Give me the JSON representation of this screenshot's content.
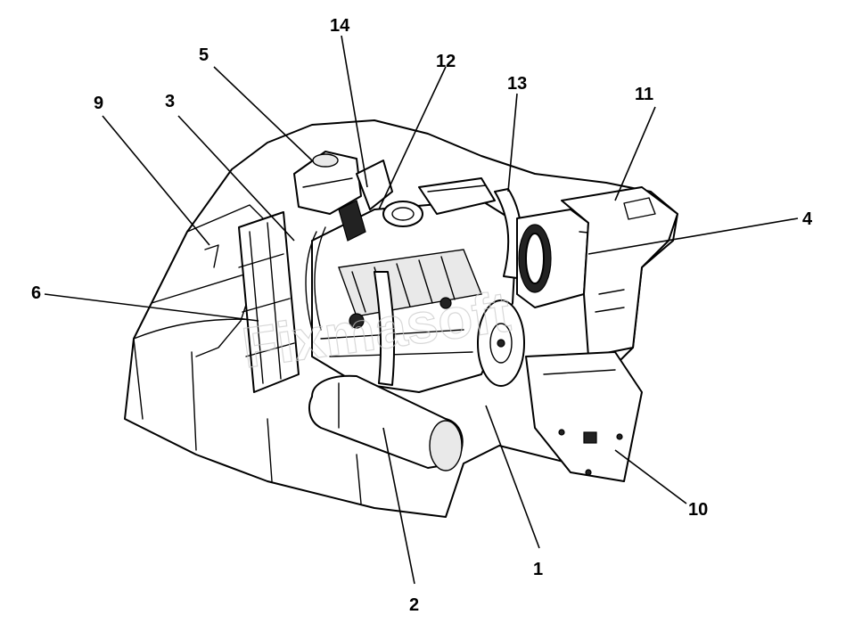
{
  "diagram": {
    "callouts": [
      {
        "id": "1",
        "label": "1"
      },
      {
        "id": "2",
        "label": "2"
      },
      {
        "id": "3",
        "label": "3"
      },
      {
        "id": "4",
        "label": "4"
      },
      {
        "id": "5",
        "label": "5"
      },
      {
        "id": "6",
        "label": "6"
      },
      {
        "id": "9",
        "label": "9"
      },
      {
        "id": "10",
        "label": "10"
      },
      {
        "id": "11",
        "label": "11"
      },
      {
        "id": "12",
        "label": "12"
      },
      {
        "id": "13",
        "label": "13"
      },
      {
        "id": "14",
        "label": "14"
      }
    ],
    "watermark": "Fixmasoft"
  }
}
